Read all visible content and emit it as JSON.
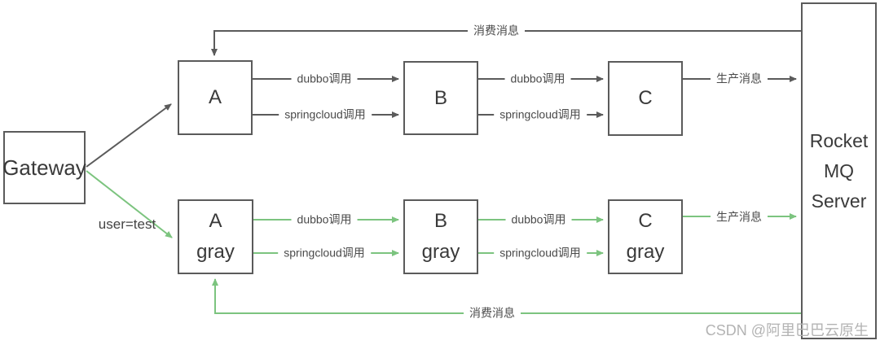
{
  "diagram": {
    "title_implicit": "gray release microservice call flow",
    "nodes": {
      "gateway": "Gateway",
      "a": "A",
      "b": "B",
      "c": "C",
      "gray_suffix": "gray",
      "mq": [
        "Rocket",
        "MQ",
        "Server"
      ]
    },
    "labels": {
      "dubbo": "dubbo调用",
      "springcloud": "springcloud调用",
      "produce": "生产消息",
      "consume": "消费消息",
      "user_test": "user=test"
    },
    "watermark": "CSDN @阿里巴巴云原生",
    "colors": {
      "line_dark": "#5b5b5b",
      "line_green": "#7cc47f",
      "box_border": "#5b5b5b",
      "label_text": "#4a4a4a",
      "watermark_text": "#b3b3b3",
      "background": "#ffffff"
    }
  }
}
